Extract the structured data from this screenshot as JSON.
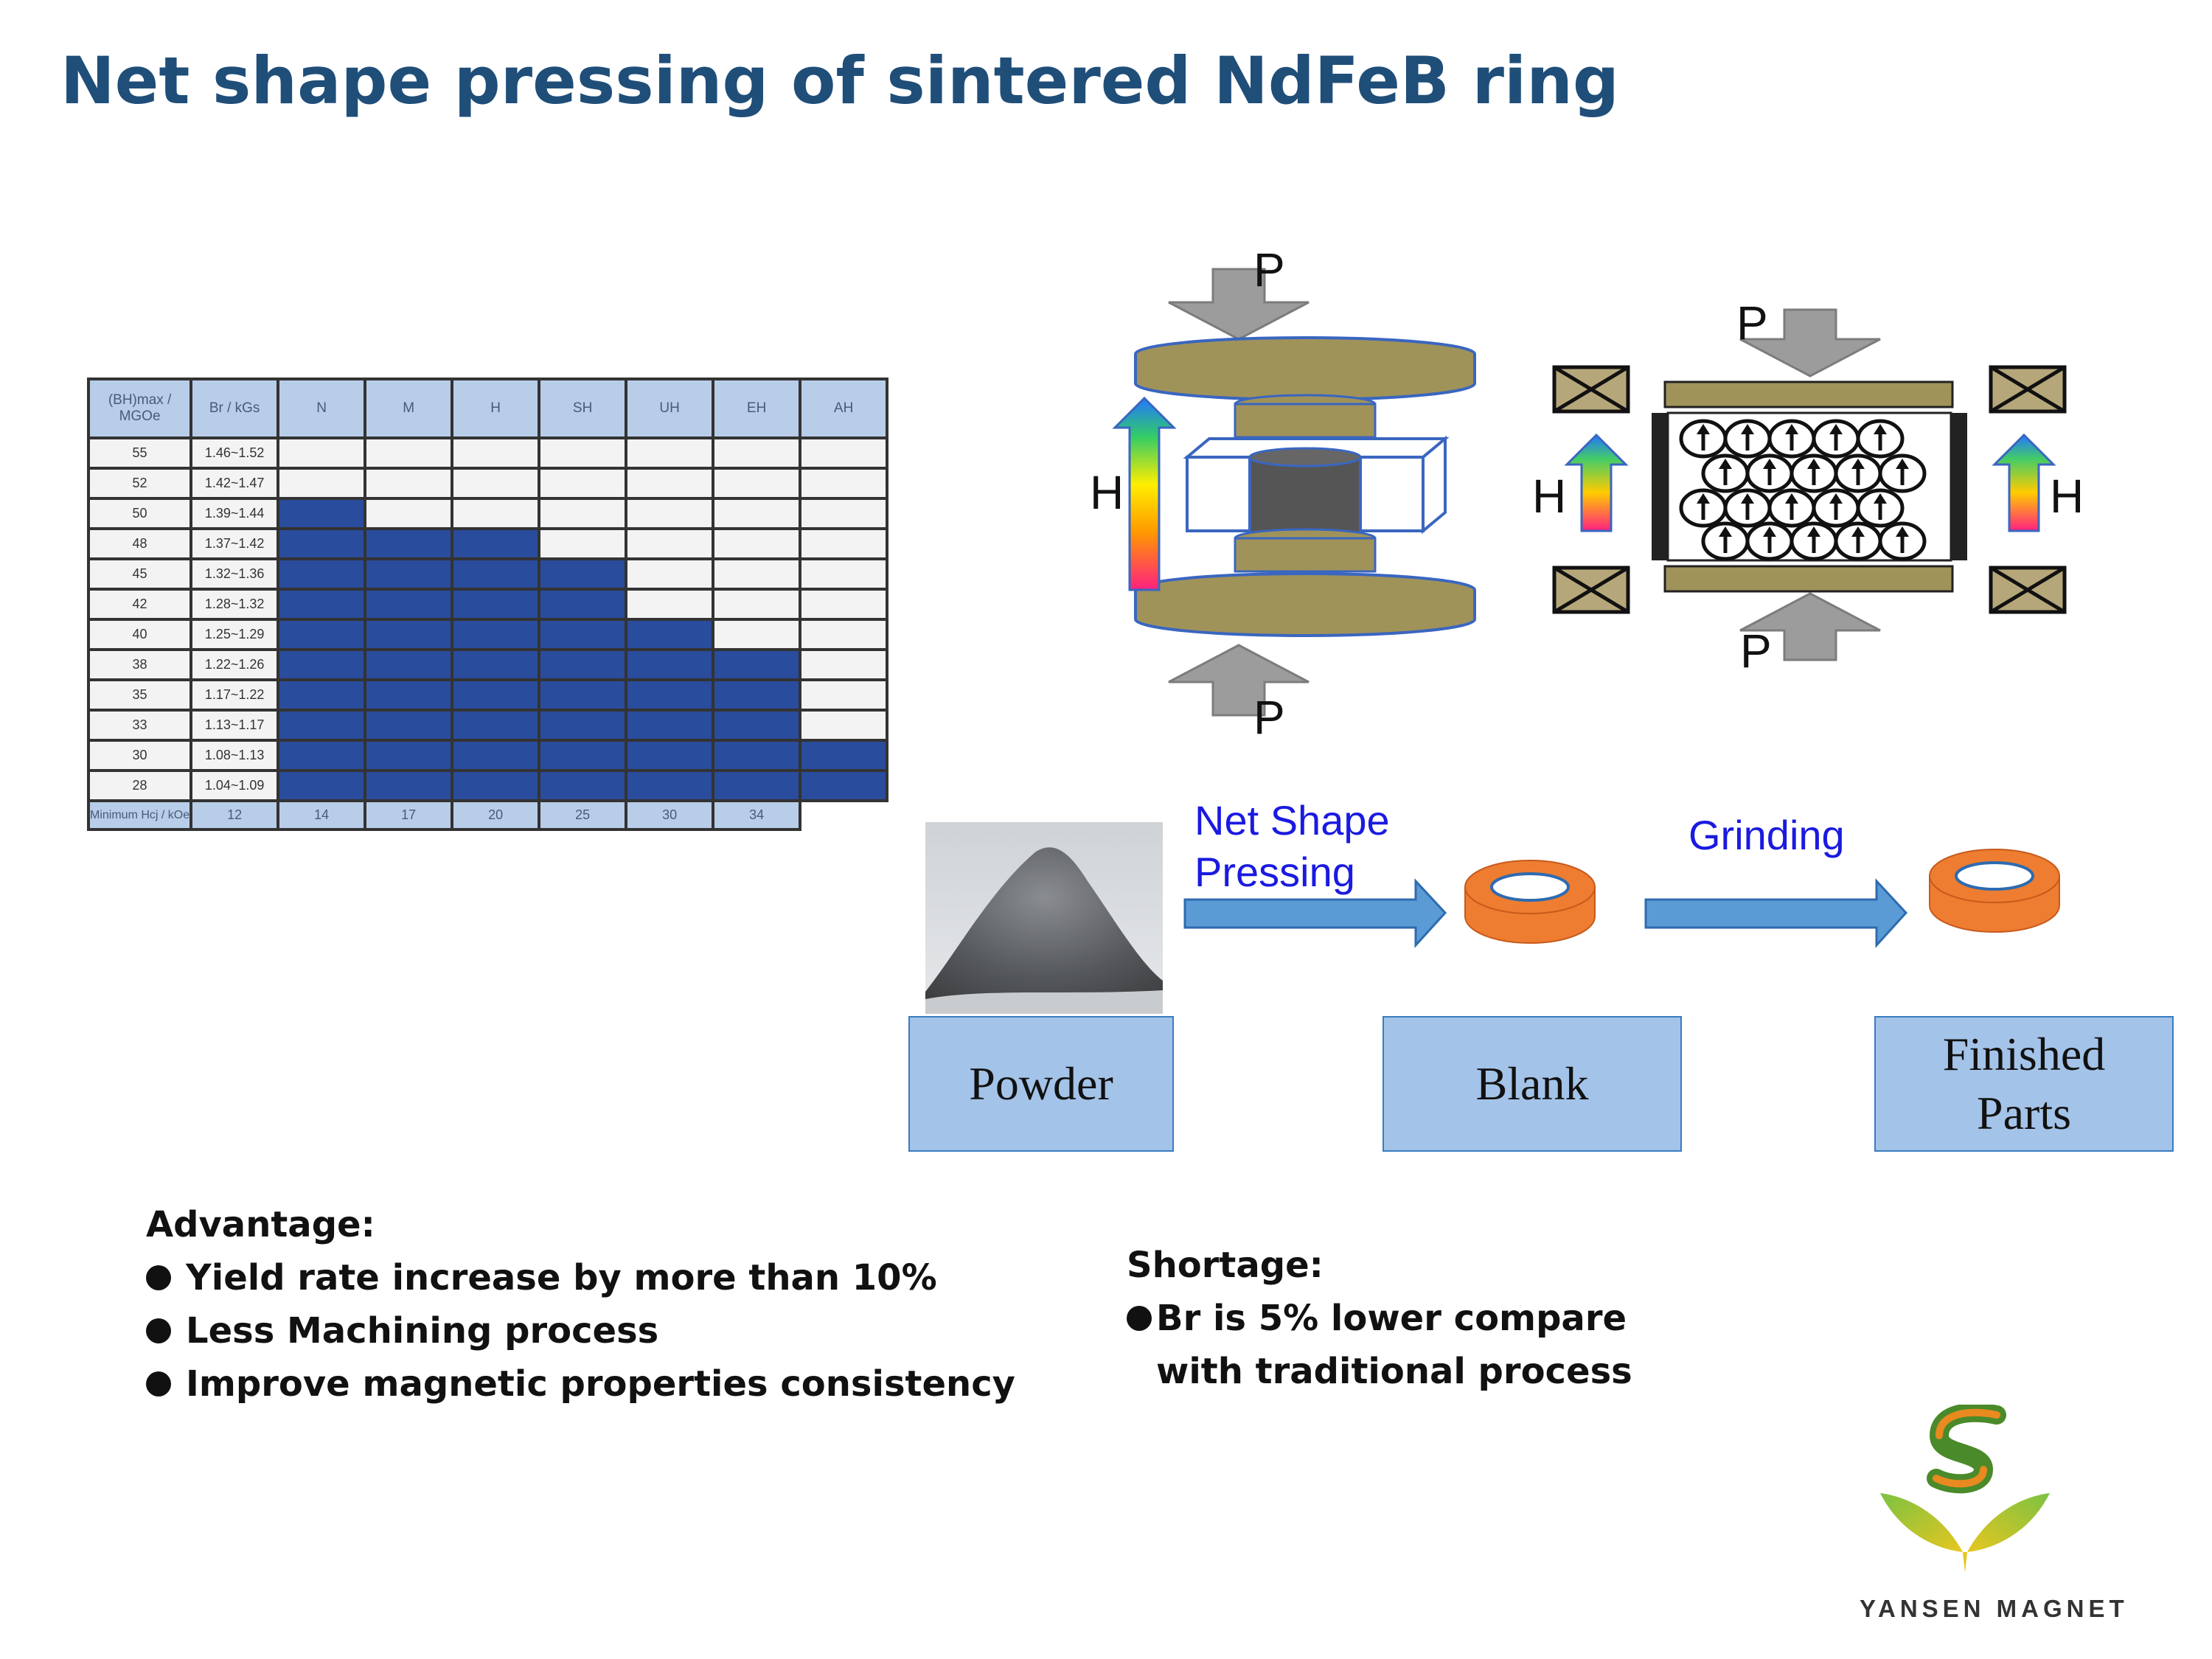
{
  "title": "Net shape pressing of sintered NdFeB ring",
  "grade_table": {
    "header": [
      "(BH)max / MGOe",
      "Br / kGs",
      "N",
      "M",
      "H",
      "SH",
      "UH",
      "EH",
      "AH"
    ],
    "rows": [
      {
        "bh": "55",
        "br": "1.46~1.52",
        "filled": [
          false,
          false,
          false,
          false,
          false,
          false,
          false
        ]
      },
      {
        "bh": "52",
        "br": "1.42~1.47",
        "filled": [
          false,
          false,
          false,
          false,
          false,
          false,
          false
        ]
      },
      {
        "bh": "50",
        "br": "1.39~1.44",
        "filled": [
          true,
          false,
          false,
          false,
          false,
          false,
          false
        ]
      },
      {
        "bh": "48",
        "br": "1.37~1.42",
        "filled": [
          true,
          true,
          true,
          false,
          false,
          false,
          false
        ]
      },
      {
        "bh": "45",
        "br": "1.32~1.36",
        "filled": [
          true,
          true,
          true,
          true,
          false,
          false,
          false
        ]
      },
      {
        "bh": "42",
        "br": "1.28~1.32",
        "filled": [
          true,
          true,
          true,
          true,
          false,
          false,
          false
        ]
      },
      {
        "bh": "40",
        "br": "1.25~1.29",
        "filled": [
          true,
          true,
          true,
          true,
          true,
          false,
          false
        ]
      },
      {
        "bh": "38",
        "br": "1.22~1.26",
        "filled": [
          true,
          true,
          true,
          true,
          true,
          true,
          false
        ]
      },
      {
        "bh": "35",
        "br": "1.17~1.22",
        "filled": [
          true,
          true,
          true,
          true,
          true,
          true,
          false
        ]
      },
      {
        "bh": "33",
        "br": "1.13~1.17",
        "filled": [
          true,
          true,
          true,
          true,
          true,
          true,
          false
        ]
      },
      {
        "bh": "30",
        "br": "1.08~1.13",
        "filled": [
          true,
          true,
          true,
          true,
          true,
          true,
          true
        ]
      },
      {
        "bh": "28",
        "br": "1.04~1.09",
        "filled": [
          true,
          true,
          true,
          true,
          true,
          true,
          true
        ]
      }
    ],
    "footer": [
      "Minimum Hcj / kOe",
      "12",
      "14",
      "17",
      "20",
      "25",
      "30",
      "34"
    ]
  },
  "diagram": {
    "pressure_label": "P",
    "field_label": "H"
  },
  "flow": {
    "step1_label": "Powder",
    "arrow1_label_line1": "Net Shape",
    "arrow1_label_line2": "Pressing",
    "step2_label": "Blank",
    "arrow2_label": "Grinding",
    "step3_label_line1": "Finished",
    "step3_label_line2": "Parts",
    "ring_color": "#ee7d31",
    "arrow_color": "#5b9bd5"
  },
  "advantage": {
    "heading": "Advantage:",
    "items": [
      "Yield rate increase by more than 10%",
      "Less Machining process",
      "Improve magnetic properties consistency"
    ]
  },
  "shortage": {
    "heading": "Shortage:",
    "line1": "Br is 5% lower compare",
    "line2": "with traditional process"
  },
  "logo": {
    "text": "YANSEN MAGNET"
  }
}
